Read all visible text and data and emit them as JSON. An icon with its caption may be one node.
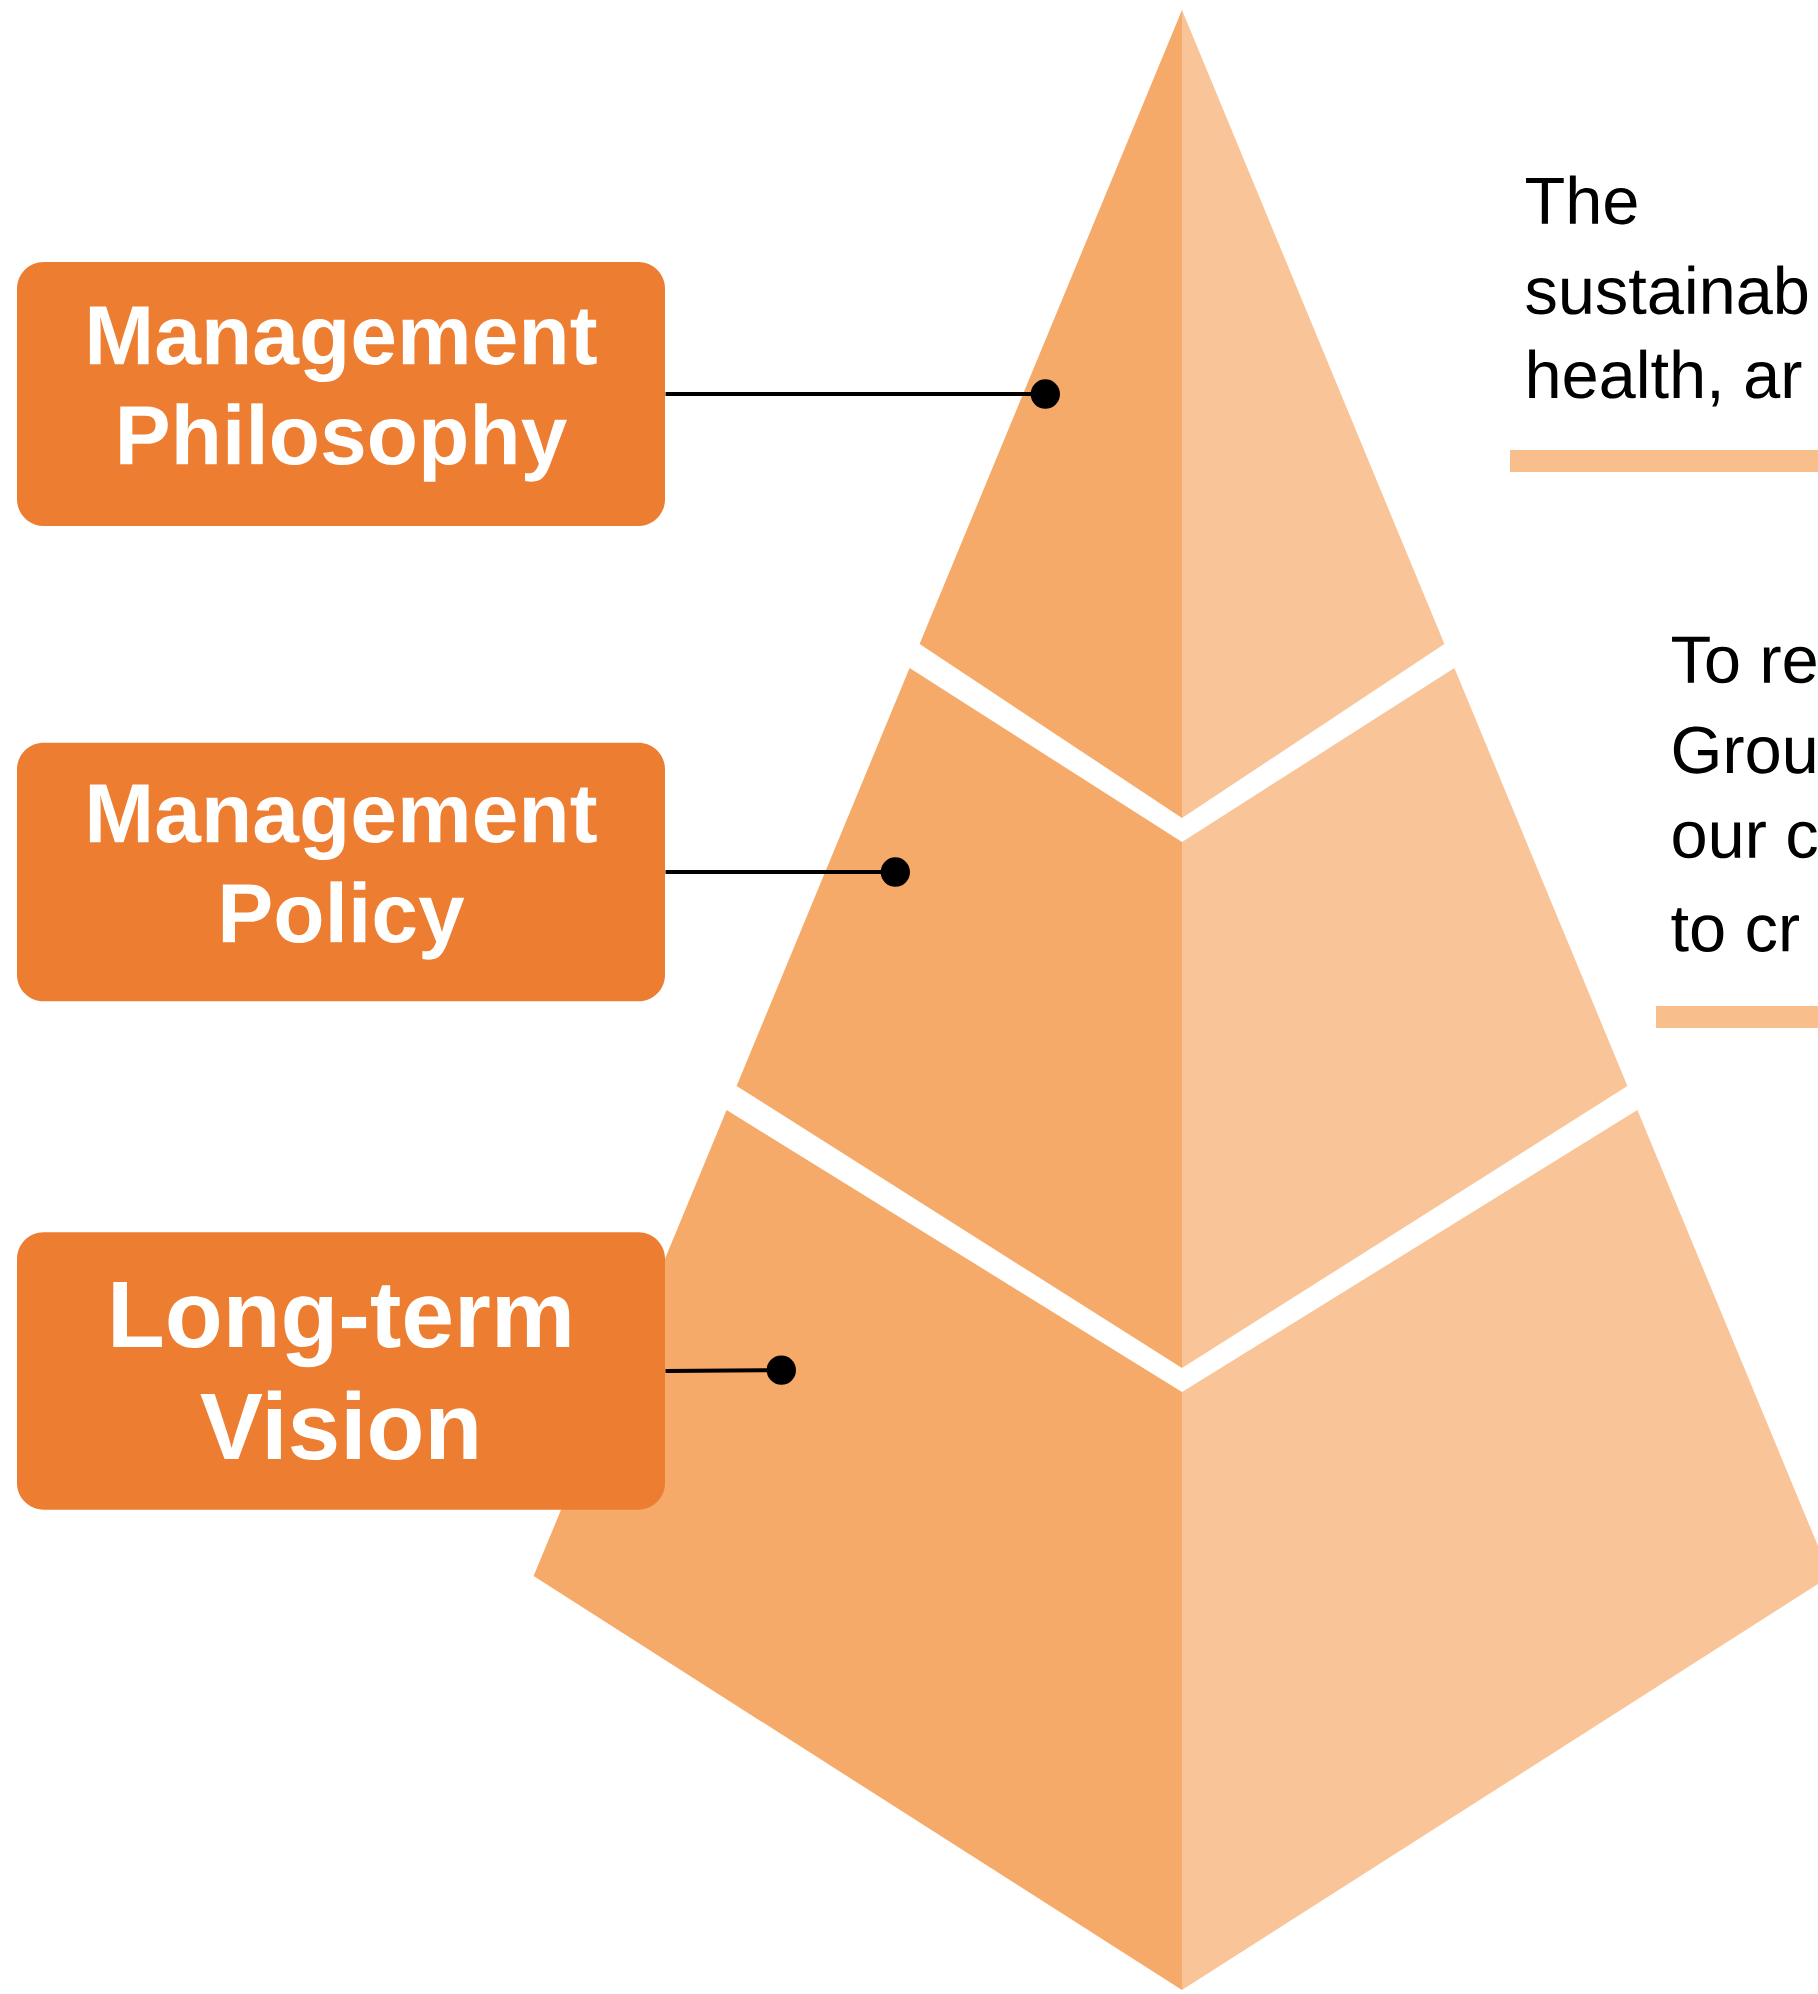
{
  "diagram": {
    "nodes": [
      {
        "text": [
          "Management Philosophy"
        ]
      },
      {
        "text": [
          "Management Policy"
        ]
      },
      {
        "text": [
          "Long-term Vision"
        ]
      },
      {
        "text": [],
        "shape": "triangle"
      },
      {
        "text": [],
        "shape": "trapezoid"
      },
      {
        "text": [],
        "shape": "trapezoid"
      }
    ],
    "edges": [
      {
        "from": 0,
        "to": 3,
        "arrow": "other"
      },
      {
        "from": 1,
        "to": 4,
        "arrow": "other"
      },
      {
        "from": 2,
        "to": 5,
        "arrow": "other"
      }
    ],
    "labels": [
      "The",
      "sustainab",
      "health, ar",
      "To re",
      "Grou",
      "our c",
      "to cr"
    ]
  }
}
